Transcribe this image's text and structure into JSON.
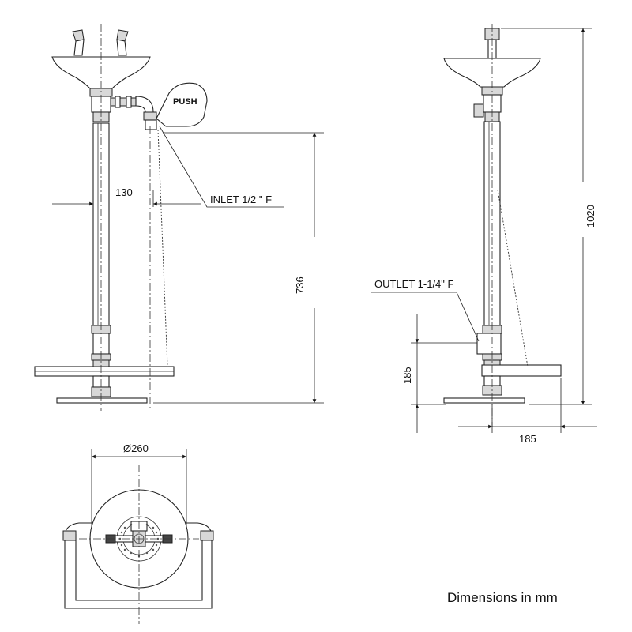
{
  "front_view": {
    "push_label": "PUSH",
    "dim_width": "130",
    "dim_height": "736",
    "inlet_label": "INLET 1/2 \" F"
  },
  "side_view": {
    "dim_height": "1020",
    "outlet_label": "OUTLET 1-1/4\" F",
    "dim_outlet_height": "185",
    "dim_depth": "185"
  },
  "plan_view": {
    "dim_diameter": "Ø260"
  },
  "note": "Dimensions in mm"
}
